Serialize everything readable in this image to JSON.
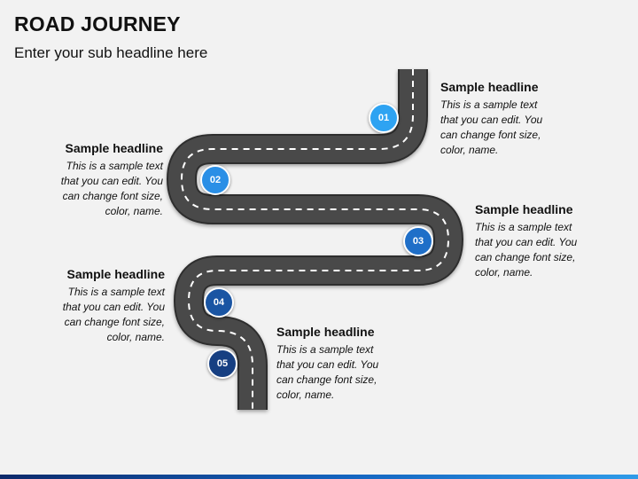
{
  "header": {
    "title": "ROAD JOURNEY",
    "subtitle": "Enter your sub headline here"
  },
  "steps": [
    {
      "number": "01",
      "headline": "Sample headline",
      "text": [
        "This is a sample text",
        "that you can edit. You",
        "can change font size,",
        "color, name."
      ],
      "color": "#2ea3f2"
    },
    {
      "number": "02",
      "headline": "Sample headline",
      "text": [
        "This is a sample text",
        "that you can edit. You",
        "can change font size,",
        "color, name."
      ],
      "color": "#2a8fe6"
    },
    {
      "number": "03",
      "headline": "Sample headline",
      "text": [
        "This is a sample text",
        "that you can edit. You",
        "can change font size,",
        "color, name."
      ],
      "color": "#1f6fc8"
    },
    {
      "number": "04",
      "headline": "Sample headline",
      "text": [
        "This is a sample text",
        "that you can edit. You",
        "can change font size,",
        "color, name."
      ],
      "color": "#1a55a3"
    },
    {
      "number": "05",
      "headline": "Sample headline",
      "text": [
        "This is a sample text",
        "that you can edit. You",
        "can change font size,",
        "color, name."
      ],
      "color": "#163f82"
    }
  ],
  "colors": {
    "road": "#4a4a4a",
    "lane": "#ffffff"
  }
}
